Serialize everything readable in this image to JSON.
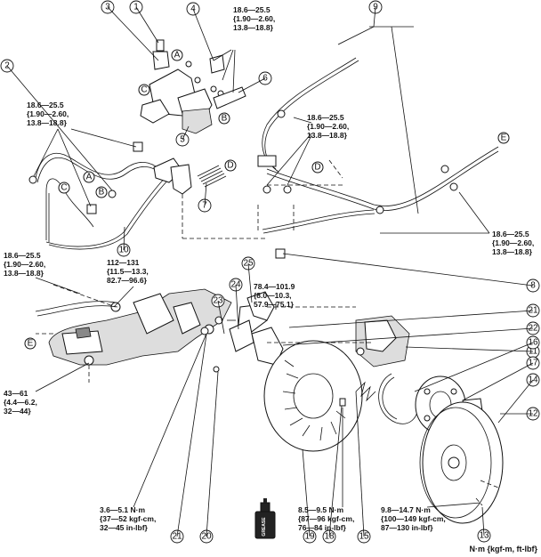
{
  "torque_specs": {
    "pedal": [
      "18.6—25.5",
      "{1.90—2.60,",
      "13.8—18.8}"
    ],
    "cable_left": [
      "18.6—25.5",
      "{1.90—2.60,",
      "13.8—18.8}"
    ],
    "cable_center": [
      "18.6—25.5",
      "{1.90—2.60,",
      "13.8—18.8}"
    ],
    "cable_right": [
      "18.6—25.5",
      "{1.90—2.60,",
      "13.8—18.8}"
    ],
    "knuckle_upper": [
      "18.6—25.5",
      "{1.90—2.60,",
      "13.8—18.8}"
    ],
    "caliper": [
      "112—131",
      "{11.5—13.3,",
      "82.7—96.6}"
    ],
    "backing_plate": [
      "78.4—101.9",
      "{8.0—10.3,",
      "57.9—75.1}"
    ],
    "axle_nut": [
      "43—61",
      "{4.4—6.2,",
      "32—44}"
    ],
    "adjuster": [
      "3.6—5.1 N·m",
      "{37—52 kgf-cm,",
      "32—45 in-lbf}"
    ],
    "shoe_hold": [
      "8.5—9.5 N·m",
      "{87—96 kgf-cm,",
      "76—84 in-lbf}"
    ],
    "disc_screw": [
      "9.8—14.7 N·m",
      "{100—149 kgf-cm,",
      "87—130 in-lbf}"
    ]
  },
  "part_numbers": [
    "1",
    "2",
    "3",
    "4",
    "5",
    "6",
    "7",
    "8",
    "9",
    "10",
    "11",
    "12",
    "13",
    "14",
    "15",
    "16",
    "17",
    "18",
    "19",
    "20",
    "21",
    "22",
    "23",
    "24",
    "25"
  ],
  "reference_letters": {
    "a": "A",
    "b": "B",
    "c": "C",
    "d": "D",
    "e": "E"
  },
  "grease_label": "GREASE",
  "units_label": "N·m {kgf-m, ft-lbf}"
}
